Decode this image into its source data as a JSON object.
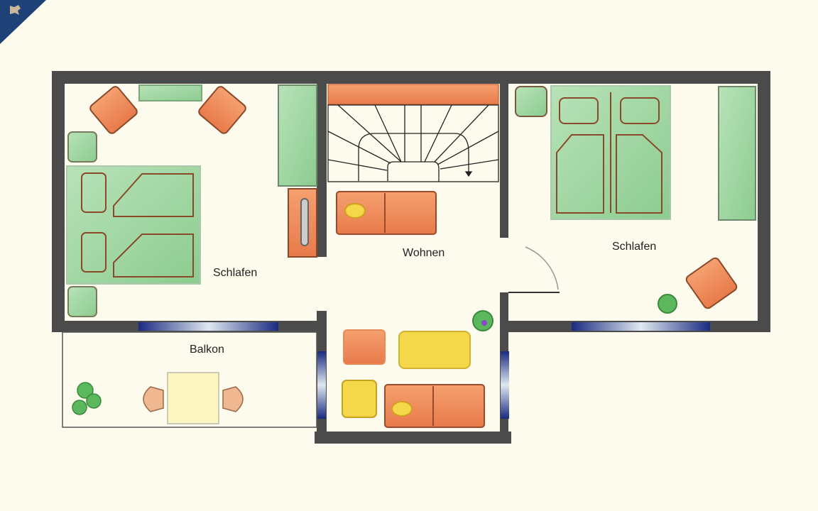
{
  "plan": {
    "rooms": {
      "bedroom_left": "Schlafen",
      "living": "Wohnen",
      "bedroom_right": "Schlafen",
      "balcony": "Balkon"
    }
  },
  "colors": {
    "wall": "#4b4b4b",
    "furniture_green": "#a8d8a8",
    "furniture_orange": "#f08a5a",
    "furniture_yellow": "#f5d84a",
    "background": "#fdfbee",
    "logo_blue": "#1e4278"
  }
}
